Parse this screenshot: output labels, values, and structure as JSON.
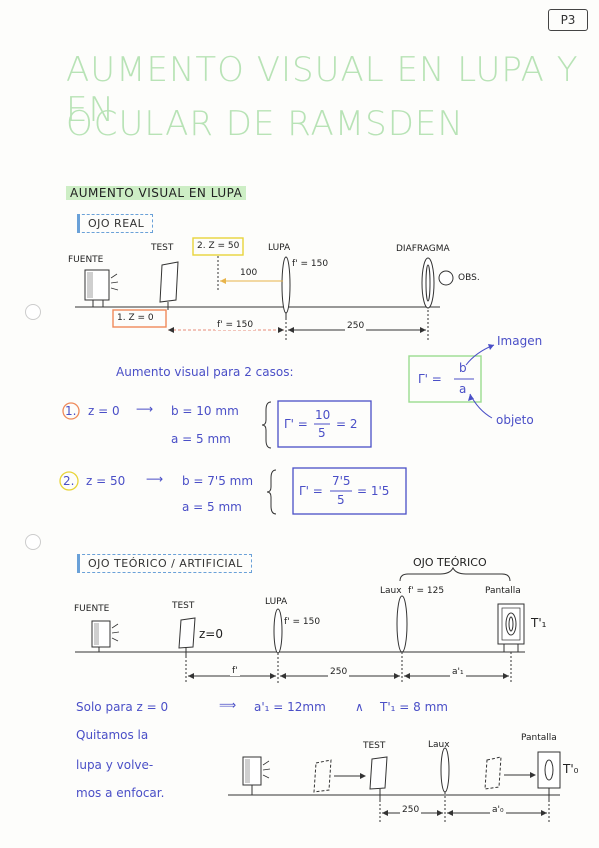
{
  "page_tag": "P3",
  "title": {
    "line1": "AUMENTO VISUAL EN LUPA Y EN",
    "line2": "OCULAR DE RAMSDEN"
  },
  "section1": {
    "heading": "AUMENTO VISUAL EN LUPA",
    "subheading": "OJO REAL",
    "fuente": "FUENTE",
    "test": "TEST",
    "lupa": "LUPA",
    "diafragma": "DIAFRAGMA",
    "obs": "OBS.",
    "z2_box": "2. Z = 50",
    "z1_box": "1. Z = 0",
    "dist_100": "100",
    "f_lupa": "f' = 150",
    "f_dim": "f' = 150",
    "d_250": "250"
  },
  "aumento": {
    "intro": "Aumento visual para 2 casos:",
    "formula_lhs": "Γ' =",
    "formula_num": "b",
    "formula_den": "a",
    "imagen": "Imagen",
    "objeto": "objeto",
    "case1_num": "1.",
    "case1_z": "z = 0",
    "arrow": "⟶",
    "case1_b": "b = 10 mm",
    "case1_a": "a = 5 mm",
    "case1_lhs": "Γ' =",
    "case1_frac_num": "10",
    "case1_frac_den": "5",
    "case1_result": "= 2",
    "case2_num": "2.",
    "case2_z": "z = 50",
    "case2_b": "b = 7'5 mm",
    "case2_a": "a = 5 mm",
    "case2_lhs": "Γ' =",
    "case2_frac_num": "7'5",
    "case2_frac_den": "5",
    "case2_result": "= 1'5"
  },
  "section2": {
    "subheading": "OJO TEÓRICO / ARTIFICIAL",
    "ojo_teorico": "OJO TEÓRICO",
    "fuente": "FUENTE",
    "test": "TEST",
    "z0": "z=0",
    "lupa": "LUPA",
    "f_lupa": "f' = 150",
    "laux": "Laux",
    "f_laux": "f' = 125",
    "pantalla": "Pantalla",
    "t1": "T'₁",
    "dim_f": "f'",
    "dim_250": "250",
    "dim_a1": "a'₁",
    "solo": "Solo para z = 0",
    "implies": "⟹",
    "a1_val": "a'₁ = 12mm",
    "and": "∧",
    "t1_val": "T'₁ = 8 mm",
    "quitamos_1": "Quitamos la",
    "quitamos_2": "lupa y volve-",
    "quitamos_3": "mos a enfocar.",
    "test2": "TEST",
    "laux2": "Laux",
    "pantalla2": "Pantalla",
    "t0": "T'₀",
    "dim2_250": "250",
    "dim2_a0": "a'₀"
  }
}
